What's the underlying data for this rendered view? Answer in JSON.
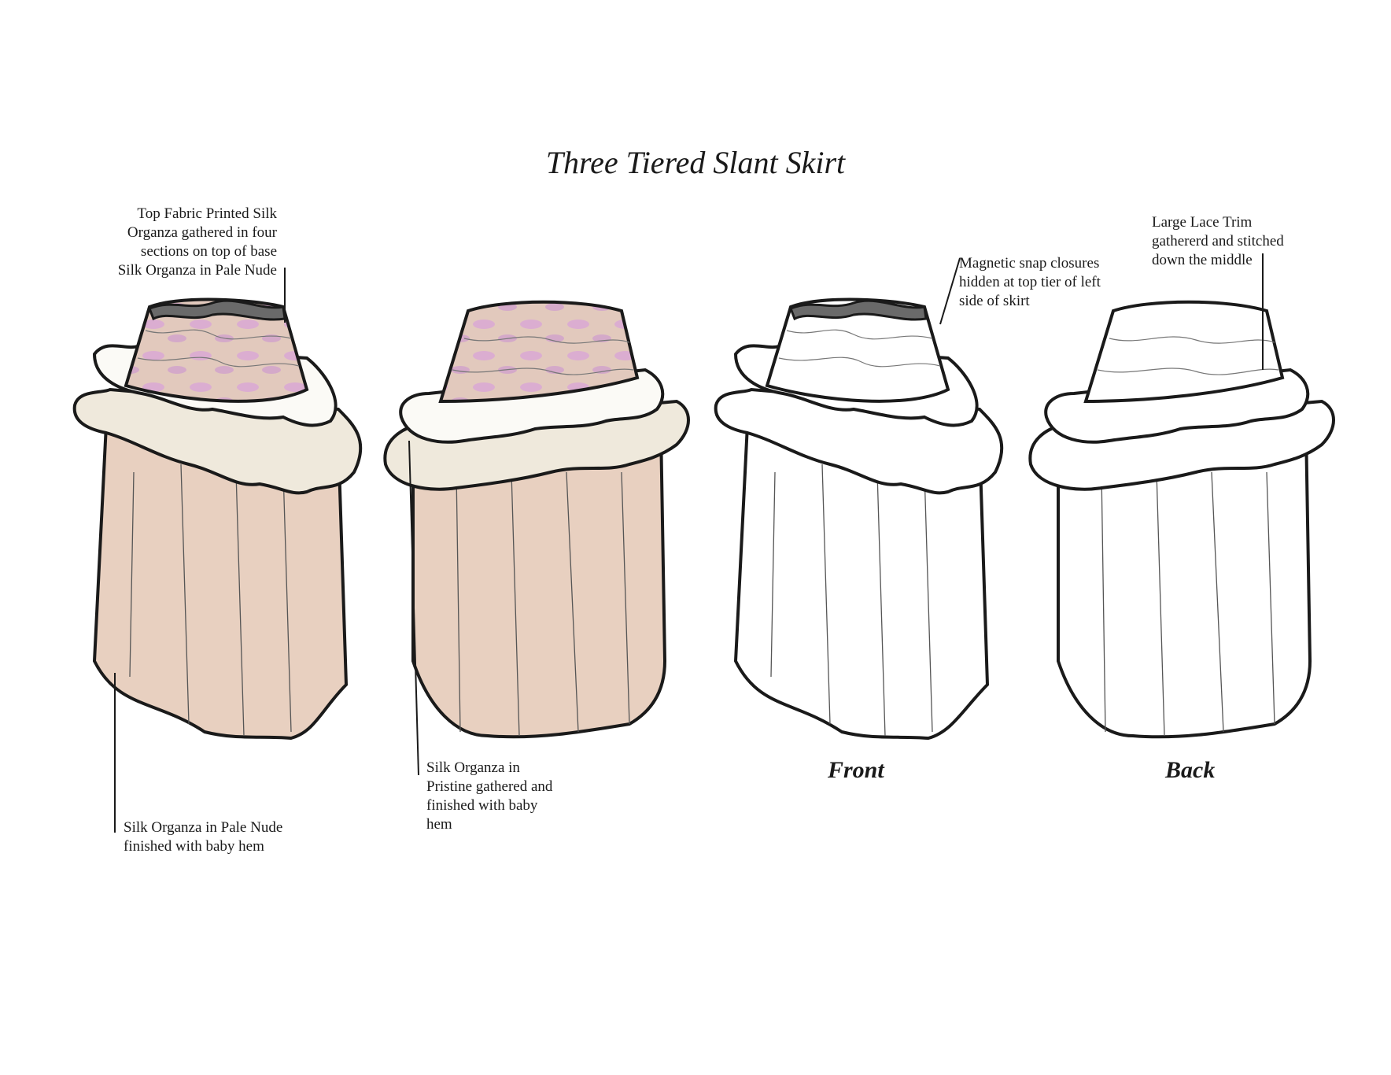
{
  "title": "Three Tiered Slant Skirt",
  "annotations": {
    "top_fabric": [
      "Top Fabric Printed Silk",
      "Organza gathered  in four",
      "sections on top of  base",
      "Silk Organza in Pale Nude"
    ],
    "base_layer": [
      "Silk Organza in Pale Nude",
      "finished with baby hem"
    ],
    "ruffle_tier": [
      "Silk Organza in",
      "Pristine gathered and",
      "finished with baby",
      "hem"
    ],
    "closure": [
      "Magnetic snap closures",
      "hidden at top tier of left",
      "side of skirt"
    ],
    "lace_trim": [
      "Large Lace Trim",
      "gathererd and stitched",
      "down the middle"
    ]
  },
  "views": {
    "front": "Front",
    "back": "Back"
  },
  "colors": {
    "pale_nude": "#e8d0c0",
    "pristine": "#efe9dc",
    "ruffle_white": "#fbfaf6",
    "print_pink": "#d8a8d8",
    "waistband": "#6a6a6a",
    "outline": "#1a1a1a"
  }
}
